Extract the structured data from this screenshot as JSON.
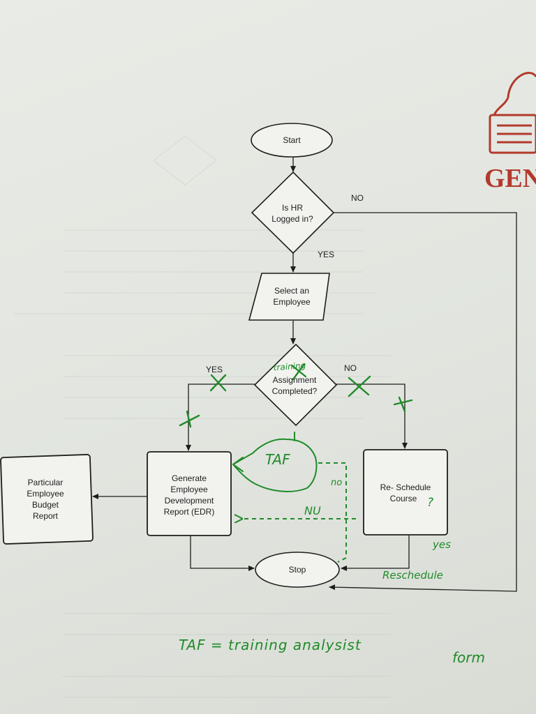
{
  "nodes": {
    "start": "Start",
    "hr_check": [
      "Is HR",
      "Logged in?"
    ],
    "select_employee": [
      "Select an",
      "Employee"
    ],
    "training_check": [
      "Assignment",
      "Completed?"
    ],
    "generate_edr": [
      "Generate",
      "Employee",
      "Development",
      "Report (EDR)"
    ],
    "budget_report": [
      "Particular",
      "Employee",
      "Budget",
      "Report"
    ],
    "reschedule": [
      "Re- Schedule",
      "Course"
    ],
    "stop": "Stop"
  },
  "edge_labels": {
    "hr_no": "NO",
    "hr_yes": "YES",
    "training_yes": "YES",
    "training_no": "NO"
  },
  "annotations": {
    "training": "training",
    "taf_box": "TAF",
    "small_no": "no",
    "nu": "NU",
    "question_mark": "?",
    "yes": "yes",
    "reschedule": "Reschedule",
    "legend": "TAF = training analysist",
    "legend_form": "form"
  },
  "brand": "GEN",
  "colors": {
    "ink": "#1d1d1d",
    "pen": "#1f8a2a",
    "brand": "#b23a2c"
  }
}
